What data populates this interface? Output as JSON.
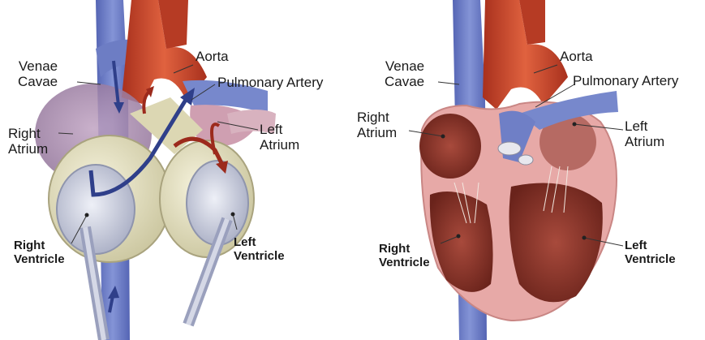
{
  "left_panel": {
    "venae_cavae": [
      "Venae",
      "Cavae"
    ],
    "aorta": "Aorta",
    "pulmonary_artery": "Pulmonary Artery",
    "right_atrium": [
      "Right",
      "Atrium"
    ],
    "left_atrium": [
      "Left",
      "Atrium"
    ],
    "right_ventricle": [
      "Right",
      "Ventricle"
    ],
    "left_ventricle": [
      "Left",
      "Ventricle"
    ]
  },
  "right_panel": {
    "venae_cavae": [
      "Venae",
      "Cavae"
    ],
    "aorta": "Aorta",
    "pulmonary_artery": "Pulmonary Artery",
    "right_atrium": [
      "Right",
      "Atrium"
    ],
    "left_atrium": [
      "Left",
      "Atrium"
    ],
    "right_ventricle": [
      "Right",
      "Ventricle"
    ],
    "left_ventricle": [
      "Left",
      "Ventricle"
    ]
  },
  "colors": {
    "vein_blue": "#6f7fc6",
    "aorta_red": "#c8432b",
    "tissue_pink": "#e7a9a7",
    "pump_cream": "#e6e2c2",
    "flow_arrow_dark": "#2f3f8a",
    "flow_arrow_red": "#9c2a1c"
  }
}
